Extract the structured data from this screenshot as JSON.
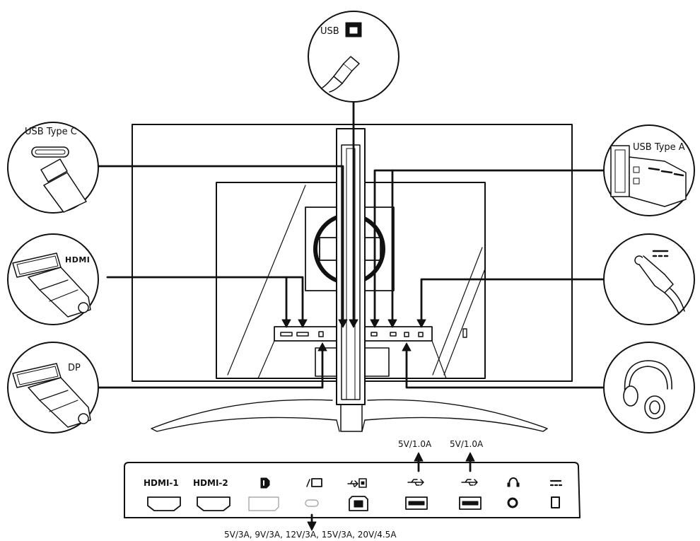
{
  "connectors": {
    "usb_b_label": "USB",
    "usb_c_label": "USB Type C",
    "usb_a_label": "USB Type A",
    "dp_label": "DP",
    "hdmi_logo": "HDMI"
  },
  "panel": {
    "ports": [
      {
        "label": "HDMI-1",
        "icon": "hdmi-port-icon"
      },
      {
        "label": "HDMI-2",
        "icon": "hdmi-port-icon"
      },
      {
        "label": "",
        "icon": "displayport-icon"
      },
      {
        "label": "",
        "icon": "usb-c-power-icon"
      },
      {
        "label": "",
        "icon": "usb-b-upstream-icon"
      },
      {
        "label": "",
        "icon": "usb-a-icon"
      },
      {
        "label": "",
        "icon": "usb-a-icon"
      },
      {
        "label": "",
        "icon": "headphone-icon"
      },
      {
        "label": "",
        "icon": "dc-power-icon"
      }
    ],
    "usb_a1_rating": "5V/1.0A",
    "usb_a2_rating": "5V/1.0A",
    "usb_c_rating": "5V/3A, 9V/3A, 12V/3A, 15V/3A, 20V/4.5A"
  },
  "colors": {
    "line": "#111111",
    "fill": "#ffffff"
  }
}
